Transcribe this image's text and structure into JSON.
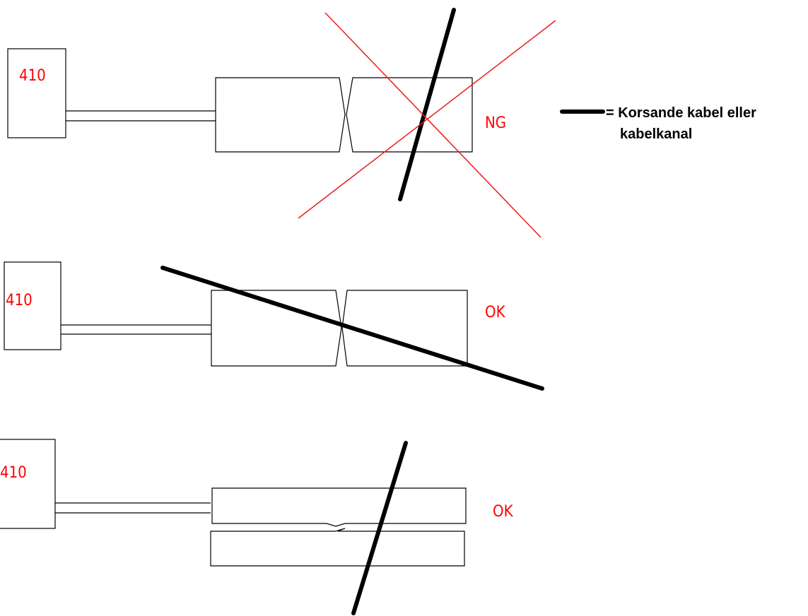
{
  "colors": {
    "background": "#ffffff",
    "label": "#ff0000",
    "line": "#000000",
    "cross": "#e81c1c"
  },
  "legend": {
    "line1": "= Korsande kabel eller",
    "line2": "kabelkanal"
  },
  "examples": [
    {
      "box_label": "410",
      "verdict": "NG",
      "crossed_out": true
    },
    {
      "box_label": "410",
      "verdict": "OK",
      "crossed_out": false
    },
    {
      "box_label": "410",
      "verdict": "OK",
      "crossed_out": false
    }
  ]
}
